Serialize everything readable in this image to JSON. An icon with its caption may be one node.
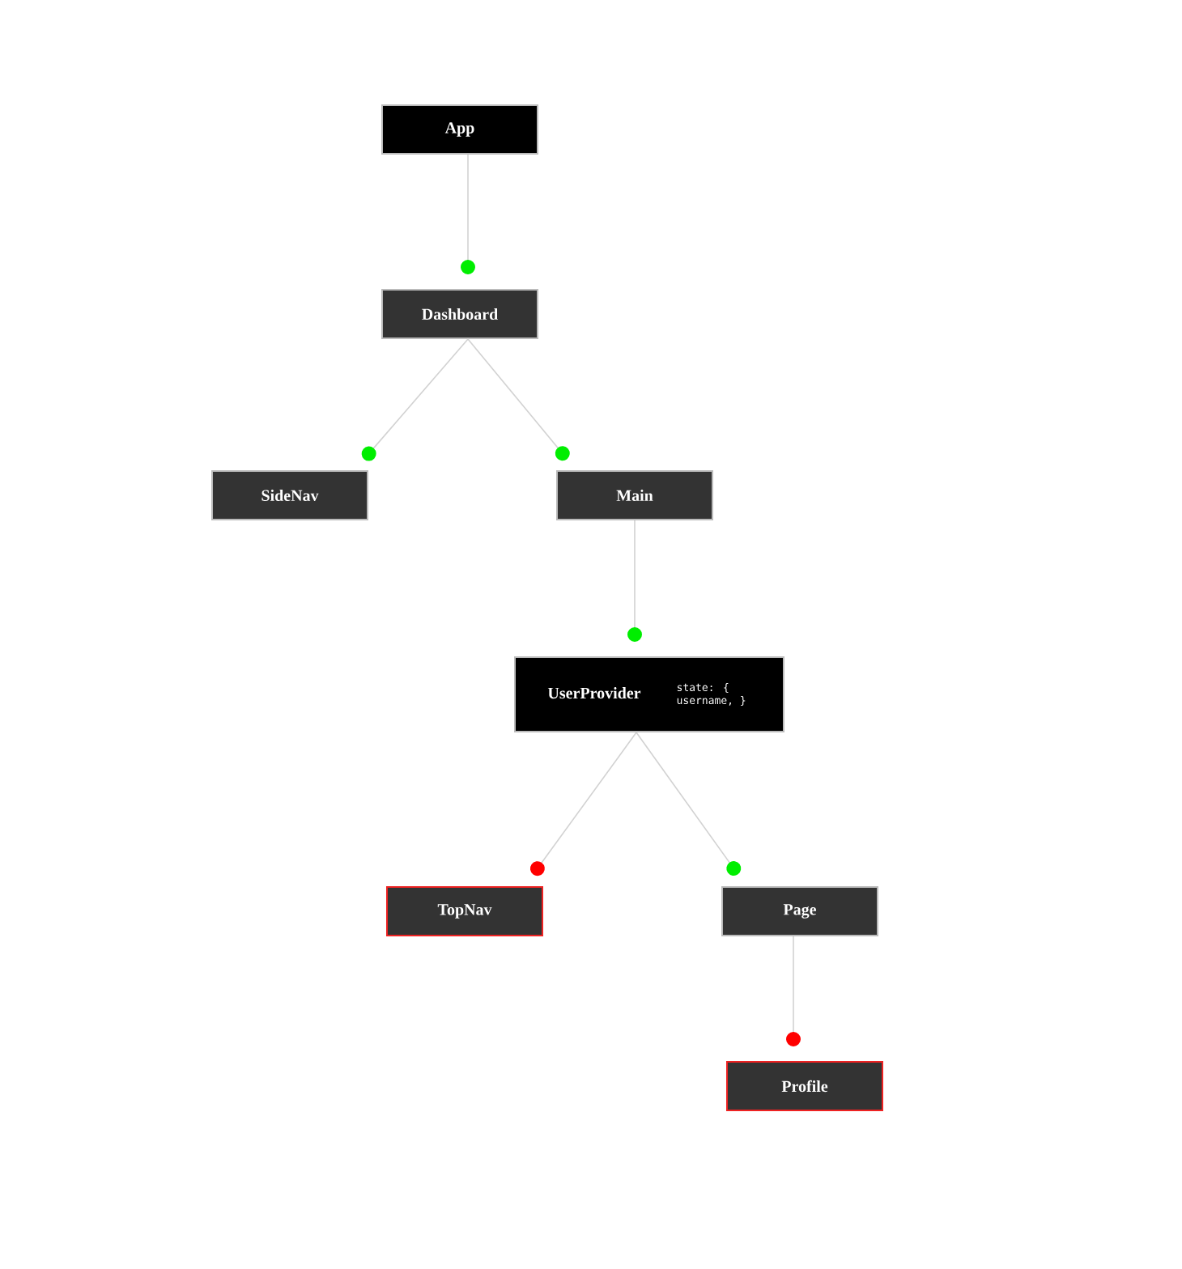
{
  "diagram": {
    "nodes": [
      {
        "text": [
          "App"
        ]
      },
      {
        "text": [
          "Dashboard"
        ]
      },
      {
        "text": [
          "SideNav"
        ]
      },
      {
        "text": [
          "Main"
        ]
      },
      {
        "text": [
          "UserProvider",
          "state: { username, }"
        ]
      },
      {
        "text": [
          "TopNav"
        ]
      },
      {
        "text": [
          "Page"
        ]
      },
      {
        "text": [
          "Profile"
        ]
      }
    ],
    "edges": [
      {
        "from": 0,
        "to": 1,
        "arrow": "other"
      },
      {
        "from": 1,
        "to": 2,
        "arrow": "other"
      },
      {
        "from": 1,
        "to": 3,
        "arrow": "other"
      },
      {
        "from": 3,
        "to": 4,
        "arrow": "other"
      },
      {
        "from": 4,
        "to": 5,
        "arrow": "other"
      },
      {
        "from": 4,
        "to": 6,
        "arrow": "other"
      },
      {
        "from": 6,
        "to": 7,
        "arrow": "other"
      }
    ]
  }
}
